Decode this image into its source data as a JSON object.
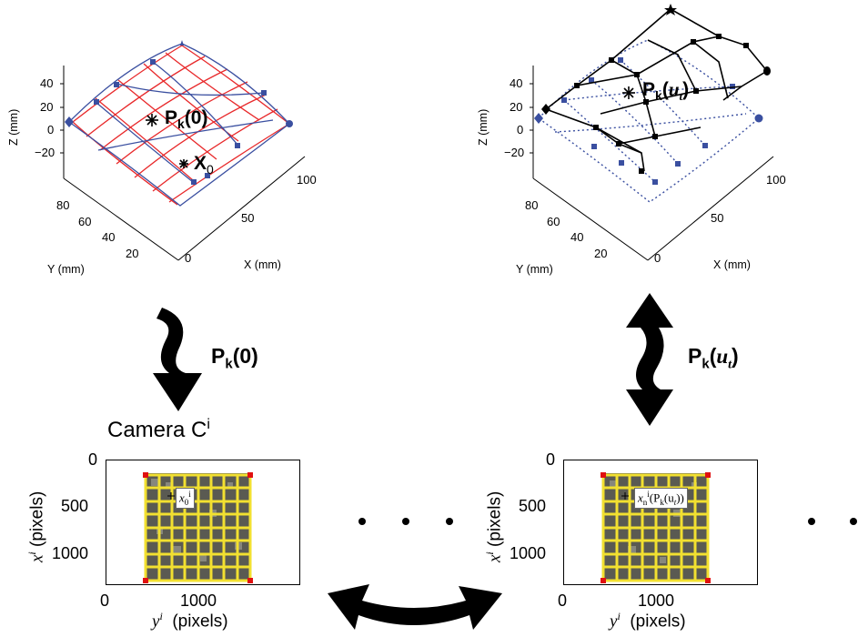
{
  "plot_3d_left": {
    "z_label": "Z (mm)",
    "y_label": "Y (mm)",
    "x_label": "X (mm)",
    "z_ticks": [
      "40",
      "20",
      "0",
      "−20"
    ],
    "y_ticks": [
      "80",
      "60",
      "40",
      "20"
    ],
    "x_ticks": [
      "0",
      "50",
      "100"
    ],
    "point_label_main": "P",
    "point_label_sub": "k",
    "point_label_arg": "(0)",
    "origin_label_main": "X",
    "origin_label_sub": "0"
  },
  "plot_3d_right": {
    "z_label": "Z (mm)",
    "y_label": "Y (mm)",
    "x_label": "X (mm)",
    "z_ticks": [
      "40",
      "20",
      "0",
      "−20"
    ],
    "y_ticks": [
      "80",
      "60",
      "40",
      "20"
    ],
    "x_ticks": [
      "0",
      "50",
      "100"
    ],
    "point_label_main": "P",
    "point_label_sub": "k",
    "point_label_arg_open": "(",
    "point_label_arg_u": "u",
    "point_label_arg_t": "t",
    "point_label_arg_close": ")"
  },
  "arrow_left": {
    "label_main": "P",
    "label_sub": "k",
    "label_arg": "(0)"
  },
  "arrow_right": {
    "label_main": "P",
    "label_sub": "k",
    "label_arg_open": "(",
    "label_arg_u": "u",
    "label_arg_t": "t",
    "label_arg_close": ")"
  },
  "camera": {
    "label": "Camera C",
    "superscript": "i"
  },
  "image_left": {
    "y_ticks": [
      "0",
      "500",
      "1000"
    ],
    "x_ticks": [
      "0",
      "1000"
    ],
    "ylabel_var": "x",
    "ylabel_sup": "i",
    "ylabel_unit": "(pixels)",
    "xlabel_var": "y",
    "xlabel_sup": "i",
    "xlabel_unit": "(pixels)",
    "inset_var": "x",
    "inset_sub": "0",
    "inset_sup": "i"
  },
  "image_right": {
    "y_ticks": [
      "0",
      "500",
      "1000"
    ],
    "x_ticks": [
      "0",
      "1000"
    ],
    "ylabel_var": "x",
    "ylabel_sup": "i",
    "ylabel_unit": "(pixels)",
    "xlabel_var": "y",
    "xlabel_sup": "i",
    "xlabel_unit": "(pixels)",
    "inset_var": "x",
    "inset_sub": "n",
    "inset_sup": "i",
    "inset_arg": "(P",
    "inset_arg_sub": "k",
    "inset_arg_u": "(u",
    "inset_arg_t": "t",
    "inset_arg_close": "))"
  },
  "colors": {
    "grid_red": "#e8282a",
    "mesh_blue": "#3a4fa0",
    "deformed_black": "#000000",
    "speckle_yellow": "#f2e030",
    "corner_red": "#e01010"
  }
}
